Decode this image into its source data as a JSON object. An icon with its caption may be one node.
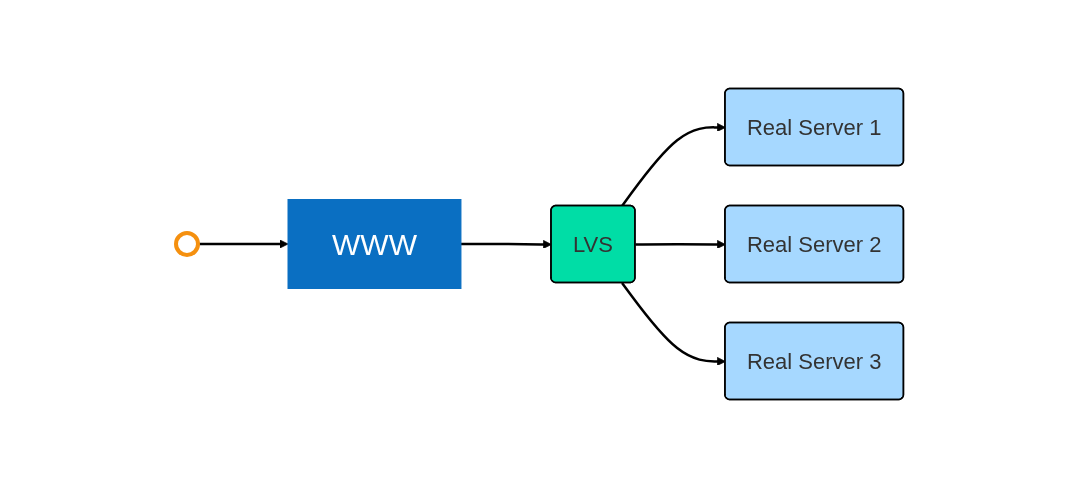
{
  "diagram": {
    "nodes": [
      {
        "text": [],
        "shape": "person"
      },
      {
        "text": [
          "WWW"
        ]
      },
      {
        "text": [
          "LVS"
        ]
      },
      {
        "text": [
          "Real Server 1"
        ]
      },
      {
        "text": [
          "Real Server 2"
        ]
      },
      {
        "text": [
          "Real Server 3"
        ]
      }
    ],
    "edges": [
      {
        "from": 0,
        "to": 1,
        "arrow": "to"
      },
      {
        "from": 1,
        "to": 2,
        "arrow": "to"
      },
      {
        "from": 2,
        "to": 3,
        "arrow": "to"
      },
      {
        "from": 2,
        "to": 4,
        "arrow": "to"
      },
      {
        "from": 2,
        "to": 5,
        "arrow": "to"
      }
    ]
  }
}
